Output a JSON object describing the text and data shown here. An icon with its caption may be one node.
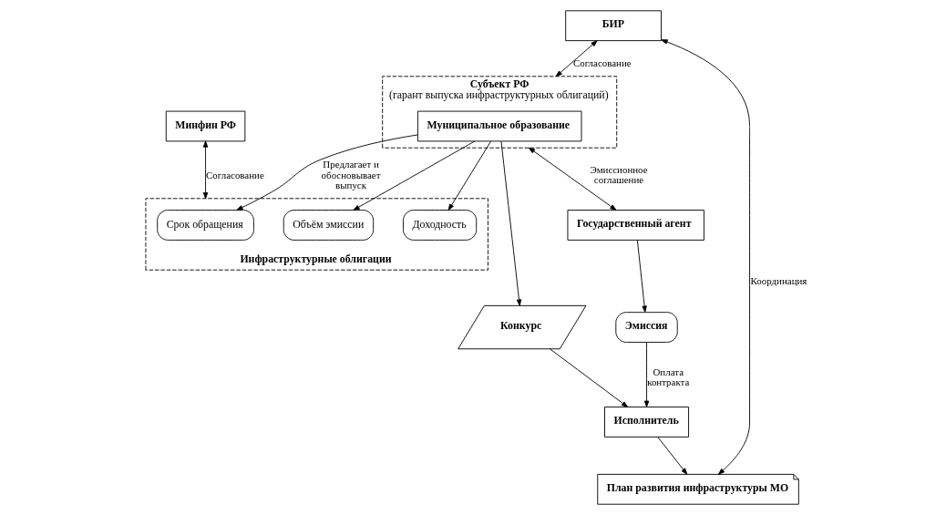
{
  "diagram": {
    "nodes": [
      {
        "text": [
          "Субъект РФ",
          "(гарант выпуска инфраструктурных облигаций)"
        ]
      },
      {
        "text": [
          "Муниципальное образование"
        ],
        "in": 0
      },
      {
        "text": [
          "Инфраструктурные облигации"
        ]
      },
      {
        "text": [
          "Объём эмиссии"
        ],
        "in": 2
      },
      {
        "text": [
          "Срок обращения"
        ],
        "in": 2
      },
      {
        "text": [
          "Доходность"
        ],
        "in": 2
      },
      {
        "text": [
          "БИР"
        ]
      },
      {
        "text": [
          "Конкурс"
        ]
      },
      {
        "text": [
          "Исполнитель"
        ]
      },
      {
        "text": [
          "Государственный агент"
        ]
      },
      {
        "text": [
          "Минфин РФ"
        ]
      },
      {
        "text": [
          "План развития инфраструктуры МО"
        ]
      },
      {
        "text": [
          "Эмиссия"
        ]
      }
    ],
    "edges": [
      {
        "from": 6,
        "to": 0,
        "arrow": "both",
        "label": "Согласование"
      },
      {
        "from": 1,
        "to": 3,
        "arrow": "to"
      },
      {
        "from": 1,
        "to": 4,
        "arrow": "to",
        "label": "Предлагает и обосновывает выпуск"
      },
      {
        "from": 1,
        "to": 5,
        "arrow": "to"
      },
      {
        "from": 1,
        "to": 7,
        "arrow": "to"
      },
      {
        "from": 7,
        "to": 8,
        "arrow": "to"
      },
      {
        "from": 8,
        "to": 11,
        "arrow": "to"
      },
      {
        "from": 6,
        "to": 11,
        "arrow": "both",
        "label": "Координация"
      },
      {
        "from": 0,
        "to": 9,
        "arrow": "both",
        "label": "Эмиссионное соглашение"
      },
      {
        "from": 9,
        "to": 12,
        "arrow": "to"
      },
      {
        "from": 12,
        "to": 8,
        "arrow": "to",
        "label": "Оплата контракта"
      },
      {
        "from": 10,
        "to": 2,
        "arrow": "both",
        "label": "Согласование"
      }
    ]
  }
}
